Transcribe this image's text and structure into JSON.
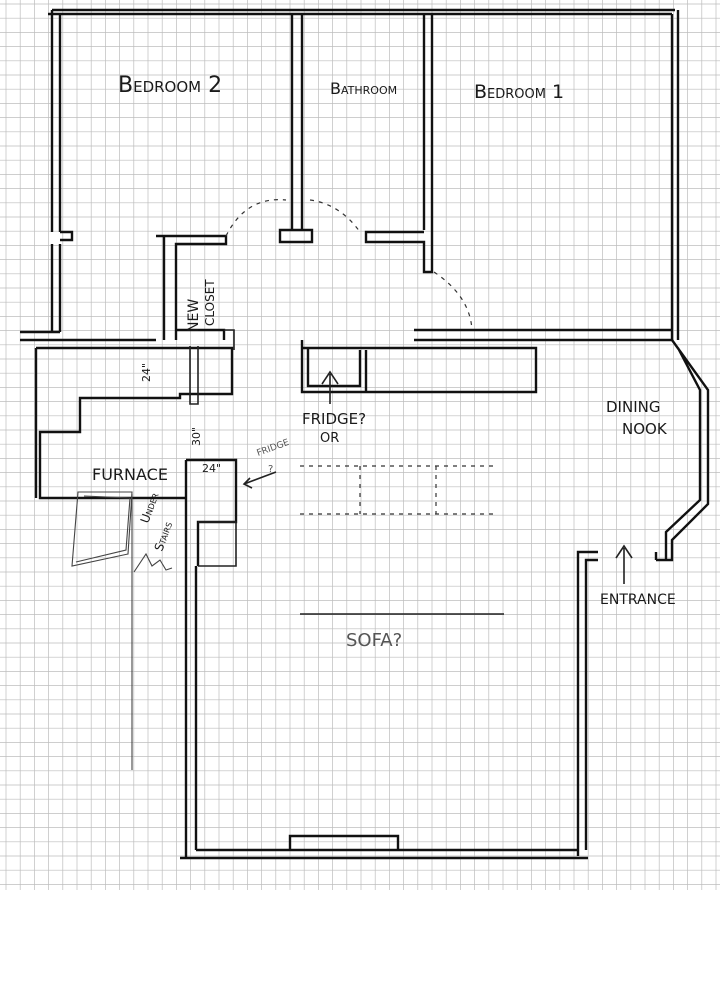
{
  "labels": {
    "bedroom2": "Bedroom 2",
    "bathroom": "Bathroom",
    "bedroom1": "Bedroom 1",
    "new": "NEW",
    "closet": "CLOSET",
    "dim_24_side": "24\"",
    "dim_30": "30\"",
    "dim_24": "24\"",
    "fridge_q": "FRIDGE?",
    "or": "OR",
    "fridge_small": "FRIDGE",
    "fridge_small_q": "?",
    "dining": "DINING",
    "nook": "NOOK",
    "furnace": "FURNACE",
    "under": "Under",
    "stairs": "Stairs",
    "entrance": "ENTRANCE",
    "sofa": "SOFA?"
  },
  "colors": {
    "ink": "#111111",
    "grid": "#bdbdbd",
    "paper": "#ffffff"
  }
}
